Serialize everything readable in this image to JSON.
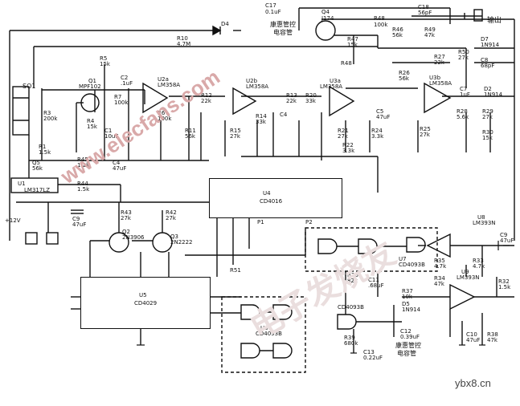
{
  "components": {
    "D4": "D4",
    "R10": "R10",
    "R10v": "4.7M",
    "Q4": "Q4",
    "Q4m": "J174",
    "C17": "C17",
    "C17v": "0.1uF",
    "C18": "C18",
    "C18v": "56pF",
    "R48": "R48",
    "R48v": "100k",
    "R49": "R49",
    "R49v": "47k",
    "R46": "R46",
    "R46v": "56k",
    "R47": "R47",
    "R47v": "15k",
    "R50": "R50",
    "R50v": "27k",
    "D7": "D7",
    "D7m": "1N914",
    "C8": "C8",
    "C8v": "68pF",
    "R5": "R5",
    "R5v": "15k",
    "R7": "R7",
    "R7v": "100k",
    "Q1": "Q1",
    "Q1m": "MPF102",
    "C2": "C2",
    "C2v": ".1uF",
    "U2a": "U2a",
    "U2am": "LM358A",
    "R6": "R6",
    "R6v": "100k",
    "R12": "R12",
    "R12v": "22k",
    "U2b": "U2b",
    "U2bm": "LM358A",
    "R13": "R13",
    "R13v": "22k",
    "R20": "R20",
    "R20v": "33k",
    "U3a": "U3a",
    "U3am": "LM358A",
    "R26": "R26",
    "R26v": "56k",
    "R27": "R27",
    "R27v": "22k",
    "U3b": "U3b",
    "U3bm": "LM358A",
    "C7": "C7",
    "C7v": "1uF",
    "D2": "D2",
    "D2m": "1N914",
    "R28": "R28",
    "R28v": "5.6k",
    "R29": "R29",
    "R29v": "27k",
    "R30": "R30",
    "R30v": "15k",
    "SO1": "SO1",
    "R3": "R3",
    "R3v": "200k",
    "R4": "R4",
    "R4v": "15k",
    "R1": "R1",
    "R1v": "1.5k",
    "C1": "C1",
    "C1v": "10uF",
    "R11": "R11",
    "R11v": "56k",
    "R15": "R15",
    "R15v": "27k",
    "R14": "R14",
    "R14v": "33k",
    "C4": "C4",
    "C4v": "47uF",
    "R21": "R21",
    "R21v": "27k",
    "R22": "R22",
    "R22v": "3.3k",
    "R24": "R24",
    "R24v": "3.3k",
    "C5": "C5",
    "C5v": "47uF",
    "R25": "R25",
    "R25v": "27k",
    "R45": "R45",
    "R45v": "1.2k",
    "R44": "R44",
    "R44v": "1.5k",
    "Q5": "Q5",
    "Q5v": "56k",
    "U1": "U1",
    "U1m": "LM317LZ",
    "U4": "U4",
    "U4m": "CD4016",
    "R43": "R43",
    "R43v": "27k",
    "R42": "R42",
    "R42v": "27k",
    "Q2": "Q2",
    "Q2m": "2N3906",
    "Q3": "Q3",
    "Q3m": "2N2222",
    "C9": "C9",
    "C9v": "47uF",
    "U5": "U5",
    "U5m": "CD4029",
    "U6": "U6",
    "U6m": "CD4093B",
    "U7": "U7",
    "U7m": "CD4093B",
    "R36": "R36",
    "R36v": "82k",
    "C11": "C11",
    "C11v": ".68uF",
    "U8": "U8",
    "U8m": "LM393N",
    "U9": "U9",
    "U9m": "LM393N",
    "C10": "C10",
    "C10v": "47uF",
    "R34": "R34",
    "R34v": "47k",
    "R35": "R35",
    "R35v": "4.7k",
    "R33": "R33",
    "R33v": "4.7k",
    "R32": "R32",
    "R32v": "1.5k",
    "C12": "C12",
    "C12v": "0.39uF",
    "C13": "C13",
    "C13v": "0.22uF",
    "R39": "R39",
    "R39v": "680k",
    "D5": "D5",
    "D5m": "1N914",
    "R37": "R37",
    "R37v": "10k",
    "R38": "R38",
    "R38v": "47k",
    "R51": "R51",
    "P2": "P2",
    "P1": "P1",
    "V12": "+12V"
  },
  "notes": {
    "ctrl_top": "康惠管控",
    "ctrl_top2": "电容管",
    "output": "输出",
    "ctrl_bottom": "康惠管控",
    "ctrl_bottom2": "电容管"
  },
  "watermarks": {
    "diag": "www.elecfans.com",
    "site": "ybx8.cn",
    "stamp": "电子发烧友"
  }
}
